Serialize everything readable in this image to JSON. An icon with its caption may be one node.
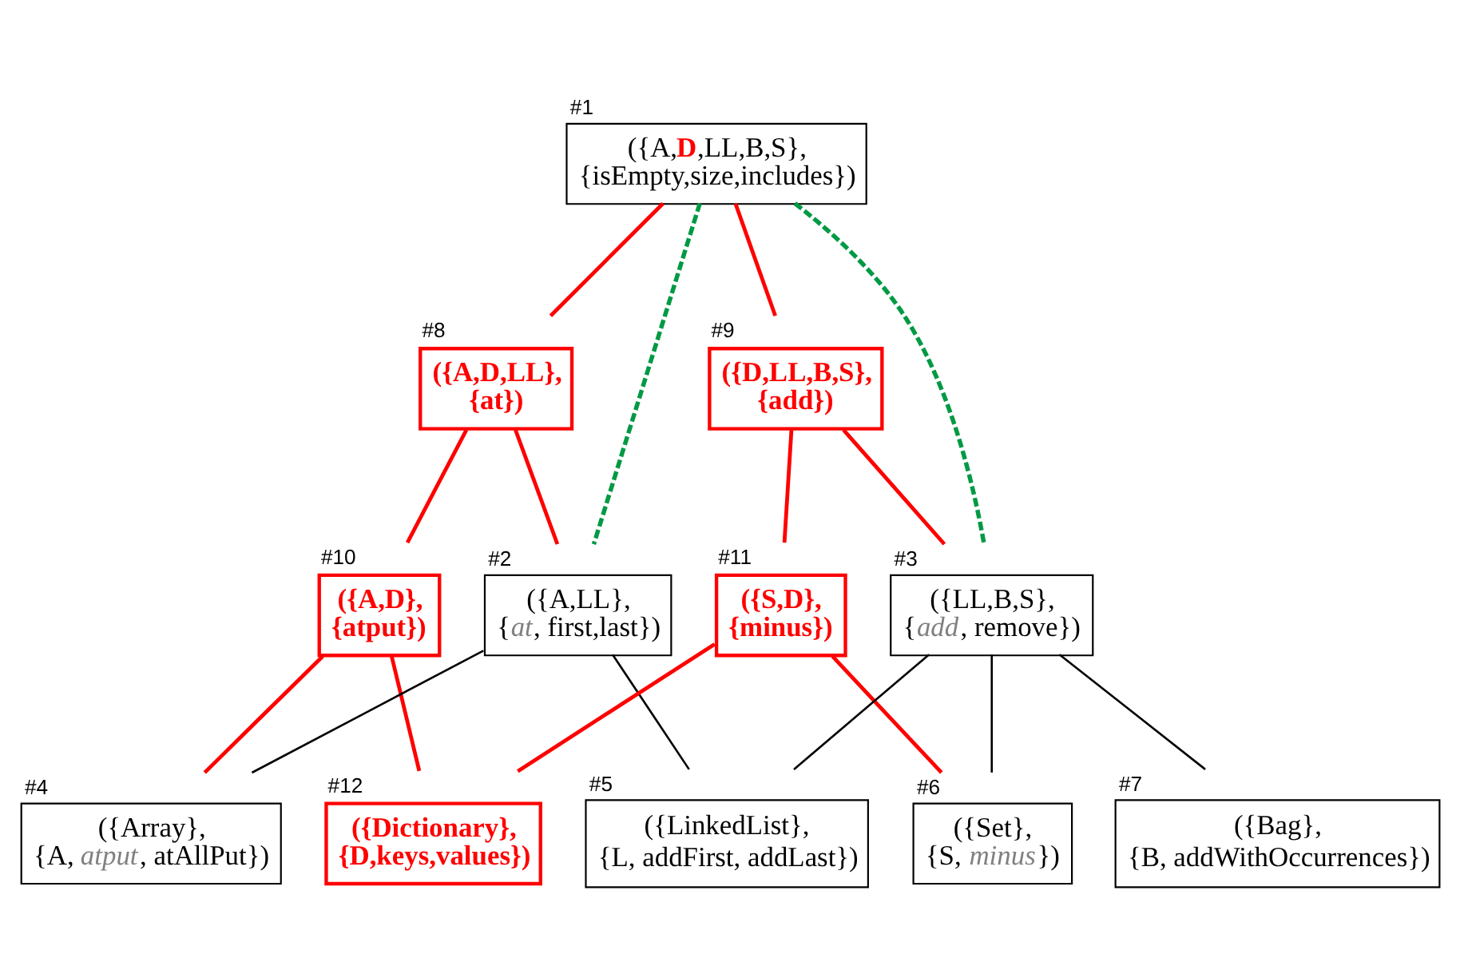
{
  "diagram": {
    "nodes": [
      {
        "text": [
          "({A,**D**,LL,B,S},",
          "{isEmpty,size,includes})"
        ],
        "beside": [
          "#1"
        ]
      },
      {
        "text": [
          "({A,D,LL},",
          "{at})"
        ],
        "beside": [
          "#8"
        ]
      },
      {
        "text": [
          "({D,LL,B,S},",
          "{add})"
        ],
        "beside": [
          "#9"
        ]
      },
      {
        "text": [
          "({A,D},",
          "{atput})"
        ],
        "beside": [
          "#10"
        ]
      },
      {
        "text": [
          "({A,LL},",
          "{*at*, first,last})"
        ],
        "beside": [
          "#2"
        ]
      },
      {
        "text": [
          "({S,D},",
          "{minus})"
        ],
        "beside": [
          "#11"
        ]
      },
      {
        "text": [
          "({LL,B,S},",
          "{*add*, remove})"
        ],
        "beside": [
          "#3"
        ]
      },
      {
        "text": [
          "({Array},",
          "{A, *atput*, atAllPut})"
        ],
        "beside": [
          "#4"
        ]
      },
      {
        "text": [
          "({Dictionary},",
          "{D,keys,values})"
        ],
        "beside": [
          "#12"
        ]
      },
      {
        "text": [
          "({LinkedList},",
          "{L, addFirst, addLast})"
        ],
        "beside": [
          "#5"
        ]
      },
      {
        "text": [
          "({Set},",
          "{S, *minus*})"
        ],
        "beside": [
          "#6"
        ]
      },
      {
        "text": [
          "({Bag},",
          "{B, addWithOccurrences})"
        ],
        "beside": [
          "#7"
        ]
      }
    ],
    "edges": [
      {
        "from": 0,
        "to": 1,
        "arrow": "none"
      },
      {
        "from": 0,
        "to": 4,
        "arrow": "none",
        "style": "dashed",
        "color": "#009944"
      },
      {
        "from": 0,
        "to": 2,
        "arrow": "none"
      },
      {
        "from": 0,
        "to": 6,
        "arrow": "none",
        "style": "dashed",
        "color": "#009944"
      },
      {
        "from": 1,
        "to": 3,
        "arrow": "none"
      },
      {
        "from": 1,
        "to": 4,
        "arrow": "none"
      },
      {
        "from": 2,
        "to": 5,
        "arrow": "none"
      },
      {
        "from": 2,
        "to": 6,
        "arrow": "none"
      },
      {
        "from": 3,
        "to": 7,
        "arrow": "none"
      },
      {
        "from": 3,
        "to": 8,
        "arrow": "none"
      },
      {
        "from": 4,
        "to": 7,
        "arrow": "none",
        "color": "#000000"
      },
      {
        "from": 4,
        "to": 9,
        "arrow": "none",
        "color": "#000000"
      },
      {
        "from": 5,
        "to": 8,
        "arrow": "none"
      },
      {
        "from": 5,
        "to": 10,
        "arrow": "none"
      },
      {
        "from": 6,
        "to": 9,
        "arrow": "none",
        "color": "#000000"
      },
      {
        "from": 6,
        "to": 10,
        "arrow": "none",
        "color": "#000000"
      },
      {
        "from": 6,
        "to": 11,
        "arrow": "none",
        "color": "#000000"
      }
    ]
  }
}
